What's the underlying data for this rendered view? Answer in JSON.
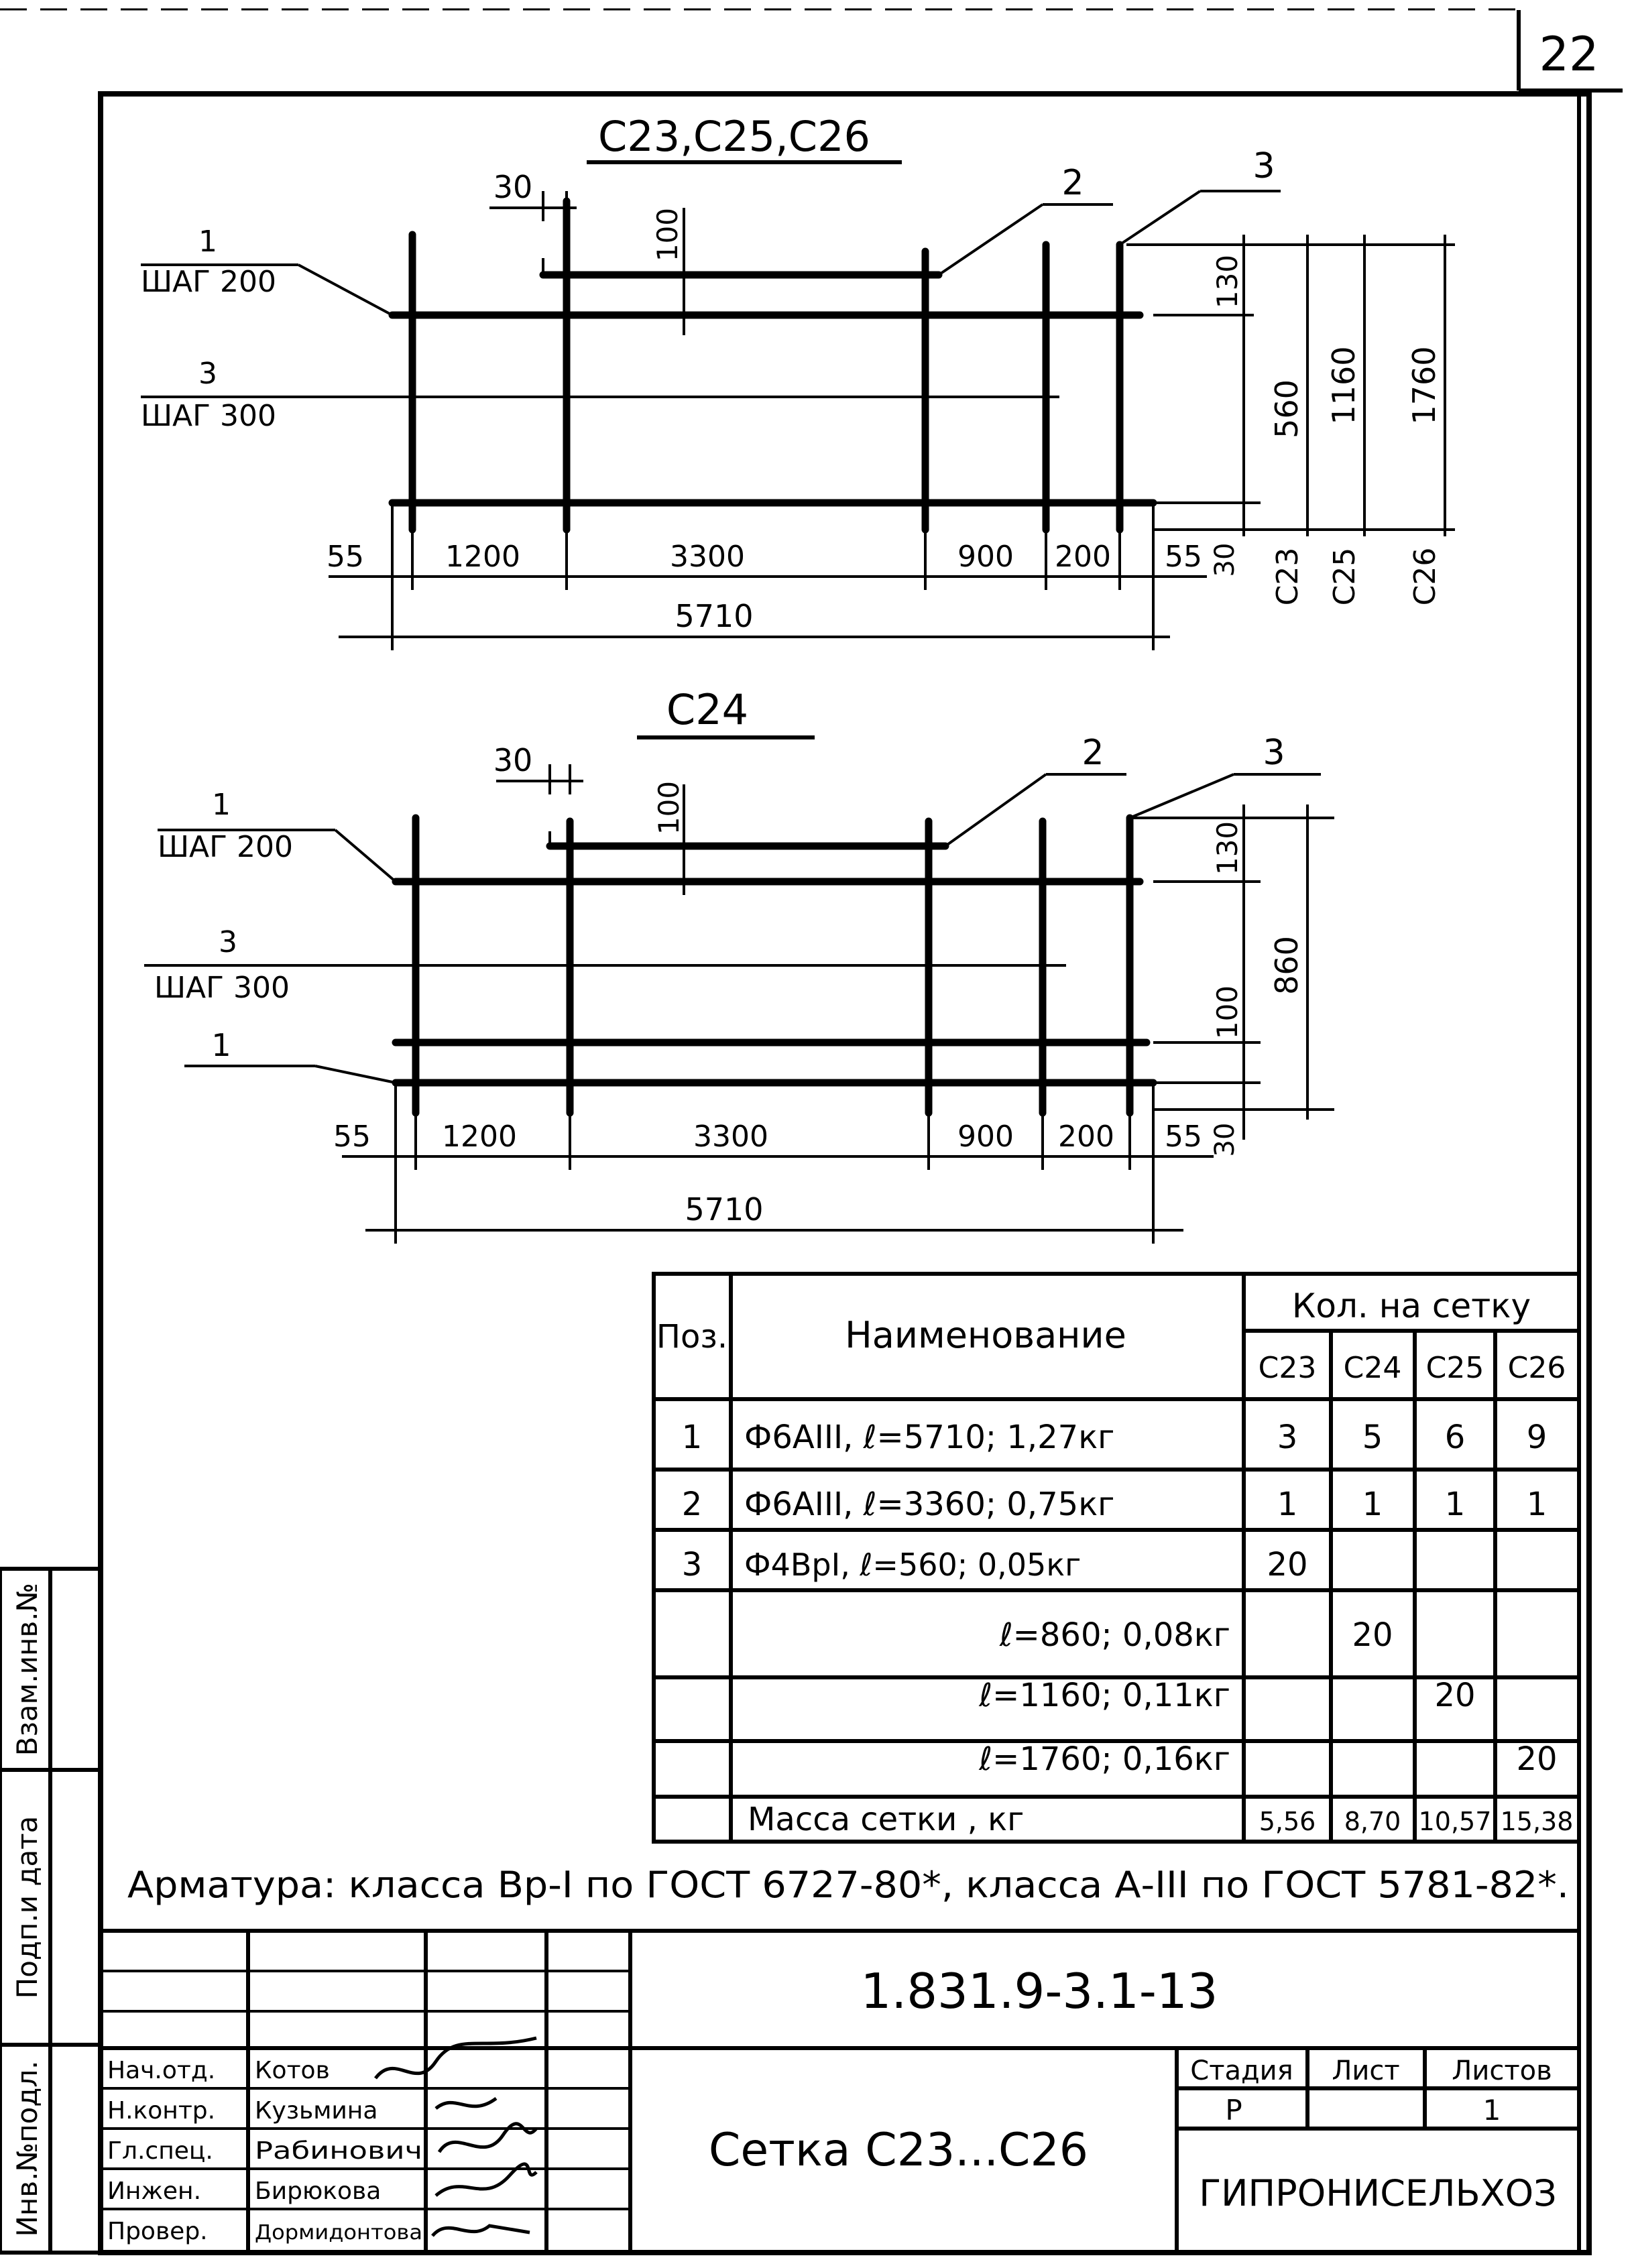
{
  "sheet_number": "22",
  "drawing1": {
    "title": "С23,С25,С26",
    "callout_1": "1",
    "step_200": "ШАГ 200",
    "callout_3": "3",
    "step_300": "ШАГ 300",
    "callout_2": "2",
    "callout_3b": "3",
    "dim_30_top": "30",
    "dim_100": "100",
    "dim_130": "130",
    "dim_560": "560",
    "dim_1160": "1160",
    "dim_1760": "1760",
    "dim_55_left": "55",
    "dim_1200": "1200",
    "dim_3300": "3300",
    "dim_900": "900",
    "dim_200": "200",
    "dim_55_right": "55",
    "dim_30_bottom": "30",
    "label_c23": "С23",
    "label_c25": "С25",
    "label_c26": "С26",
    "dim_5710": "5710"
  },
  "drawing2": {
    "title": "С24",
    "callout_1": "1",
    "step_200": "ШАГ 200",
    "callout_3": "3",
    "step_300": "ШАГ 300",
    "callout_1b": "1",
    "callout_2": "2",
    "callout_3b": "3",
    "dim_30_top": "30",
    "dim_100": "100",
    "dim_130": "130",
    "dim_860": "860",
    "dim_100b": "100",
    "dim_30_bottom": "30",
    "dim_55_left": "55",
    "dim_1200": "1200",
    "dim_3300": "3300",
    "dim_900": "900",
    "dim_200": "200",
    "dim_55_right": "55",
    "dim_5710": "5710"
  },
  "spec_table": {
    "col_pos": "Поз.",
    "col_name": "Наименование",
    "col_qty": "Кол. на сетку",
    "mesh_cols": [
      "С23",
      "С24",
      "С25",
      "С26"
    ],
    "rows": [
      {
        "pos": "1",
        "name": "Ф6АIII, ℓ=5710;  1,27кг",
        "q": [
          "3",
          "5",
          "6",
          "9"
        ]
      },
      {
        "pos": "2",
        "name": "Ф6АIII, ℓ=3360;  0,75кг",
        "q": [
          "1",
          "1",
          "1",
          "1"
        ]
      },
      {
        "pos": "3",
        "name": "Ф4ВрI, ℓ=560;  0,05кг",
        "q": [
          "20",
          "",
          "",
          ""
        ]
      },
      {
        "pos": "",
        "name": "ℓ=860;  0,08кг",
        "q": [
          "",
          "20",
          "",
          ""
        ]
      },
      {
        "pos": "",
        "name": "ℓ=1160;  0,11кг",
        "q": [
          "",
          "",
          "20",
          ""
        ]
      },
      {
        "pos": "",
        "name": "ℓ=1760;  0,16кг",
        "q": [
          "",
          "",
          "",
          "20"
        ]
      },
      {
        "pos": "",
        "name": "Масса сетки , кг",
        "q": [
          "5,56",
          "8,70",
          "10,57",
          "15,38"
        ]
      }
    ]
  },
  "note": "Арматура: класса Вр-I по ГОСТ 6727-80*, класса А-III по ГОСТ 5781-82*.",
  "title_block": {
    "code": "1.831.9-3.1-13",
    "name": "Сетка С23...С26",
    "stage_label": "Стадия",
    "sheet_label": "Лист",
    "sheets_label": "Листов",
    "stage_value": "Р",
    "sheet_value": "",
    "sheets_value": "1",
    "org": "ГИПРОНИСЕЛЬХОЗ",
    "roles": [
      "Нач.отд.",
      "Н.контр.",
      "Гл.спец.",
      "Инжен.",
      "Провер."
    ],
    "names": [
      "Котов",
      "Кузьмина",
      "Рабинович",
      "Бирюкова",
      "Дормидонтова"
    ]
  },
  "side_stamp": {
    "inv_no": "Инв.№подл.",
    "sign_date": "Подп.и дата",
    "replace_inv": "Взам.инв.№"
  }
}
